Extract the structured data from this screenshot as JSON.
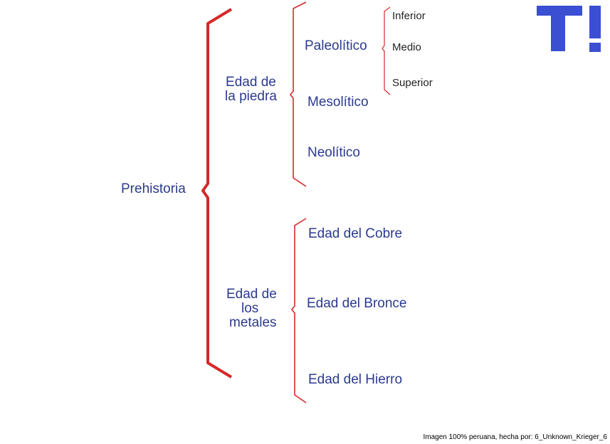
{
  "root": {
    "label": "Prehistoria"
  },
  "branches": [
    {
      "label_lines": [
        "Edad de",
        "la piedra"
      ],
      "children": [
        {
          "label": "Paleolítico",
          "children": [
            "Inferior",
            "Medio",
            "Superior"
          ]
        },
        {
          "label": "Mesolítico"
        },
        {
          "label": "Neolítico"
        }
      ]
    },
    {
      "label_lines": [
        "Edad de",
        "los",
        "metales"
      ],
      "children": [
        {
          "label": "Edad del Cobre"
        },
        {
          "label": "Edad del Bronce"
        },
        {
          "label": "Edad del Hierro"
        }
      ]
    }
  ],
  "logo": {
    "letters": "T!",
    "color": "#3a4fd1"
  },
  "footer": "Imagen 100% peruana, hecha por: 6_Unknown_Krieger_6",
  "colors": {
    "text": "#2b3a8f",
    "bracket": "#d62828"
  }
}
